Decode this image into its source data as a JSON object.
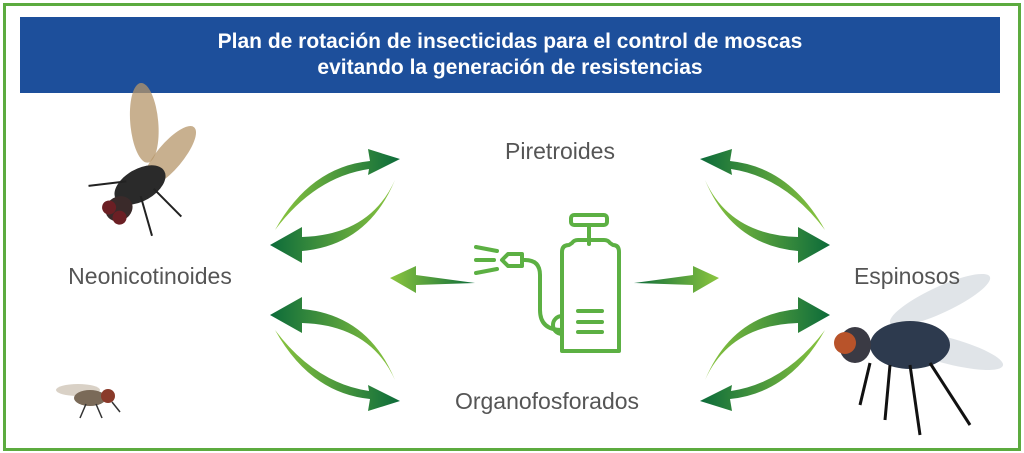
{
  "title": {
    "line1": "Plan de rotación de insecticidas para el control de moscas",
    "line2": "evitando la generación de resistencias"
  },
  "insecticides": {
    "top": "Piretroides",
    "left": "Neonicotinoides",
    "right": "Espinosos",
    "bottom": "Organofosforados"
  },
  "icons": [
    "sprayer-icon",
    "fly-image",
    "rotation-arrow"
  ],
  "colors": {
    "header": "#1d4f9b",
    "frame": "#5cab3f",
    "arrow_light": "#8cc63f",
    "arrow_dark": "#0c6b3a",
    "text": "#555555"
  }
}
